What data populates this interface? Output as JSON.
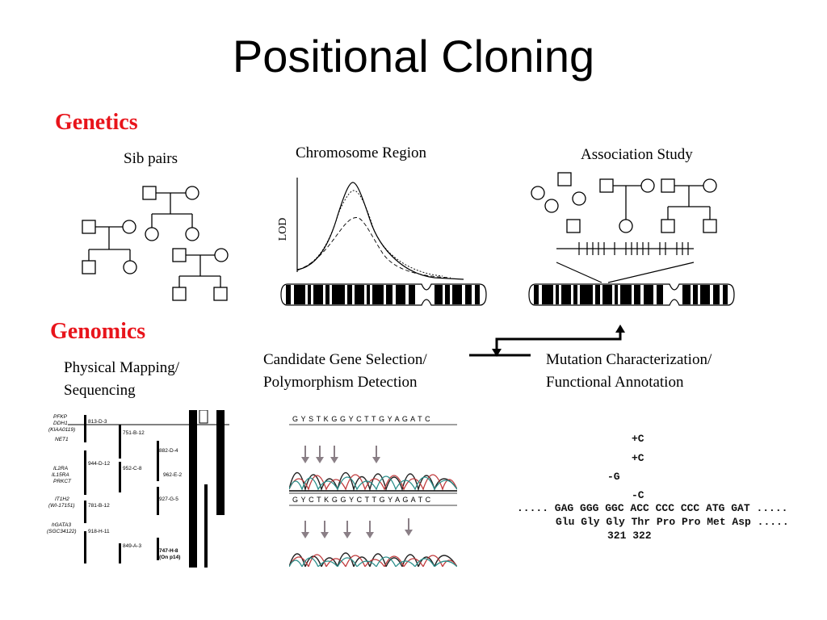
{
  "slide": {
    "title": "Positional Cloning",
    "sections": {
      "genetics": "Genetics",
      "genomics": "Genomics"
    },
    "colors": {
      "section": "#e8141b",
      "text": "#000000",
      "trace_red": "#c0393b",
      "trace_teal": "#2a8f8b",
      "arrow_gray": "#8a7f86"
    }
  },
  "genetics": {
    "sib_pairs_label": "Sib pairs",
    "chromosome_region_label": "Chromosome Region",
    "lod_axis_label": "LOD",
    "association_study_label": "Association Study"
  },
  "genomics": {
    "physical_mapping_label_1": "Physical Mapping/",
    "physical_mapping_label_2": "Sequencing",
    "candidate_label_1": "Candidate Gene Selection/",
    "candidate_label_2": "Polymorphism Detection",
    "mutation_label_1": "Mutation Characterization/",
    "mutation_label_2": "Functional Annotation"
  },
  "physical_map": {
    "genes": [
      "PFKP",
      "DDH1",
      "(KIAA0119)",
      "NET1",
      "IL2RA",
      "IL15RA",
      "PRKCT",
      "IT1H2",
      "(WI-17151)",
      "hGATA3",
      "(SGC34122)"
    ],
    "markers": [
      "813-D-3",
      "751-B-12",
      "882-D-4",
      "944-D-12",
      "952-C-8",
      "962-E-2",
      "927-G-5",
      "781-B-12",
      "918-H-11",
      "849-A-3",
      "747-H-8",
      "(On p14)"
    ]
  },
  "sequence_traces": {
    "top_sequence": "G Y S T K G G Y C T T G Y A G A T C",
    "bottom_sequence": "G Y C T K G G Y C T T G Y A G A T C"
  },
  "mutation_panel": {
    "insertion_1": "+C",
    "insertion_2": "+C",
    "deletion_1": "-G",
    "deletion_2": "-C",
    "dna_line": "..... GAG GGG GGC ACC CCC CCC ATG GAT .....",
    "protein_line": "Glu Gly Gly Thr Pro Pro Met Asp .....",
    "codon_numbers": "321 322"
  }
}
